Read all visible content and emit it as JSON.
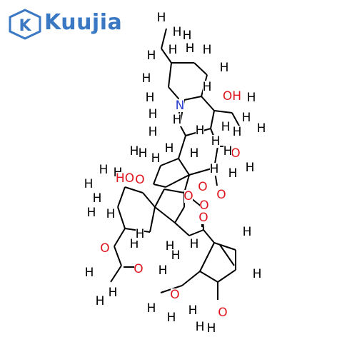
{
  "brand": {
    "name": "Kuujia",
    "color": "#3a78c3"
  },
  "colors": {
    "bond": "#000000",
    "oxygen": "#e0141e",
    "nitrogen": "#2a3fcf",
    "hydrogen": "#000000"
  },
  "molecule": {
    "atom_labels": {
      "H": "H",
      "O": "O",
      "N": "N",
      "OH": "OH",
      "HO": "HO"
    }
  }
}
